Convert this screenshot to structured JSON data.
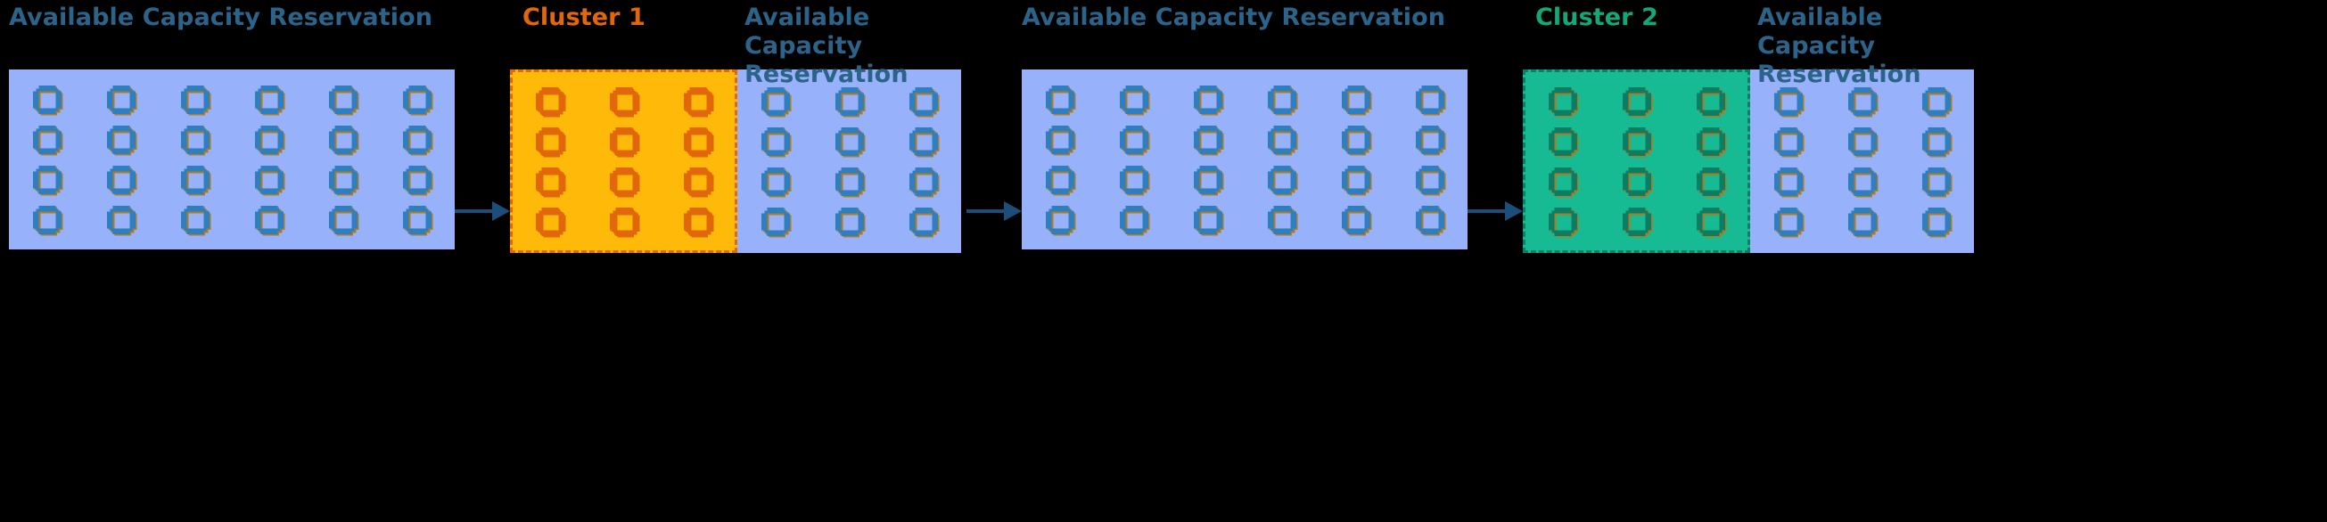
{
  "background": "#000000",
  "colors": {
    "acr_label": "#2b6389",
    "cluster1_label": "#e2670b",
    "cluster2_label": "#12a87a",
    "panel_available": "#97b2fb",
    "panel_cluster1": "#ffb908",
    "panel_cluster1_border": "#e2670b",
    "panel_cluster2": "#17bb93",
    "panel_cluster2_border": "#0c7d62",
    "arrow": "#1d4e79",
    "chip_blue_outline": "#2f7fbf",
    "chip_blue_inner": "#b07a1e",
    "chip_orange": "#e2670b",
    "chip_teal_outline": "#0c7d62",
    "chip_teal_inner": "#b07a1e"
  },
  "diagram": {
    "type": "capacity-reservation-flow",
    "groups": [
      {
        "id": "group-1",
        "labels": [
          {
            "text": "Available Capacity Reservation",
            "style": "acr"
          }
        ],
        "panels": [
          {
            "id": "panel-available-1",
            "kind": "available",
            "rows": 4,
            "cols": 6,
            "chip": "blue",
            "label": "Available Capacity Reservation"
          }
        ]
      },
      {
        "id": "group-2",
        "labels": [
          {
            "text": "Cluster 1",
            "style": "cluster1"
          },
          {
            "text": "Available Capacity\nReservation",
            "style": "acr"
          }
        ],
        "panels": [
          {
            "id": "panel-cluster-1",
            "kind": "cluster1",
            "rows": 4,
            "cols": 3,
            "chip": "orange",
            "label": "Cluster 1"
          },
          {
            "id": "panel-available-2",
            "kind": "available",
            "rows": 4,
            "cols": 3,
            "chip": "blue",
            "label": "Available Capacity Reservation"
          }
        ]
      },
      {
        "id": "group-3",
        "labels": [
          {
            "text": "Available Capacity Reservation",
            "style": "acr"
          }
        ],
        "panels": [
          {
            "id": "panel-available-3",
            "kind": "available",
            "rows": 4,
            "cols": 6,
            "chip": "blue",
            "label": "Available Capacity Reservation"
          }
        ]
      },
      {
        "id": "group-4",
        "labels": [
          {
            "text": "Cluster 2",
            "style": "cluster2"
          },
          {
            "text": "Available Capacity\nReservation",
            "style": "acr"
          }
        ],
        "panels": [
          {
            "id": "panel-cluster-2",
            "kind": "cluster2",
            "rows": 4,
            "cols": 3,
            "chip": "teal",
            "label": "Cluster 2"
          },
          {
            "id": "panel-available-4",
            "kind": "available",
            "rows": 4,
            "cols": 3,
            "chip": "blue",
            "label": "Available Capacity Reservation"
          }
        ]
      }
    ],
    "arrows": [
      {
        "id": "arrow-1",
        "direction": "right"
      },
      {
        "id": "arrow-2",
        "direction": "right"
      },
      {
        "id": "arrow-3",
        "direction": "right"
      }
    ]
  }
}
